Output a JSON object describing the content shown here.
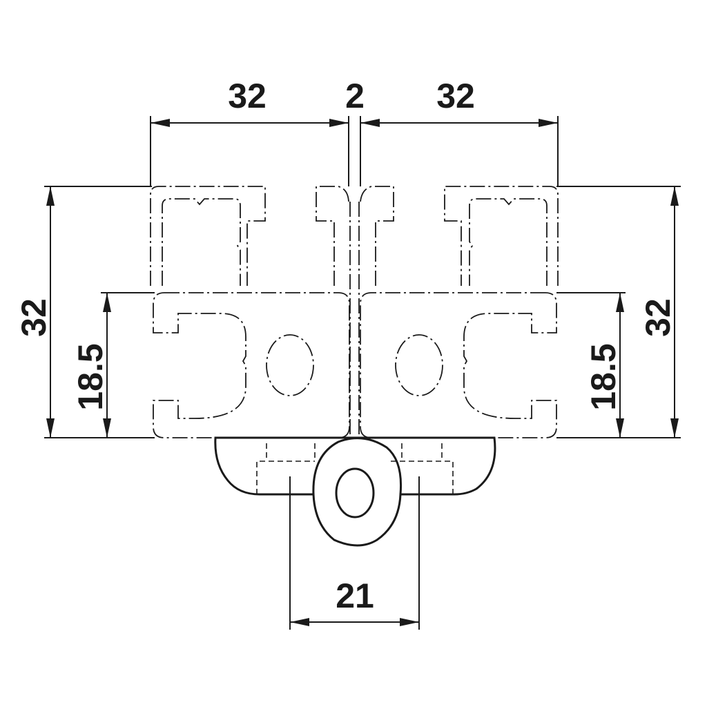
{
  "dimensions": {
    "top_left_width": "32",
    "center_gap": "2",
    "top_right_width": "32",
    "left_height": "32",
    "left_inner_height": "18.5",
    "right_inner_height": "18.5",
    "right_height": "32",
    "bottom_spacing": "21"
  },
  "colors": {
    "line": "#1a1a1a",
    "background": "#ffffff"
  }
}
